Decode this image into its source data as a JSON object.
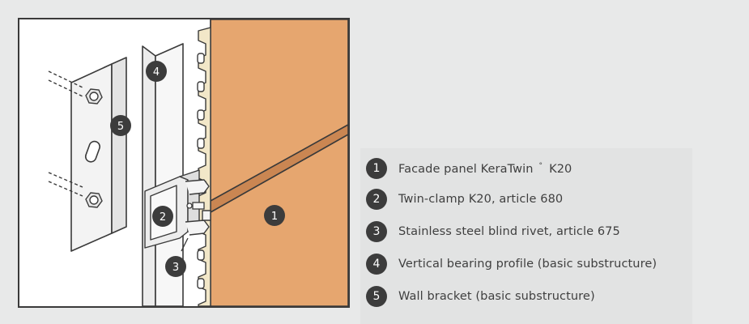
{
  "colors": {
    "panel": "#e6a66f",
    "badge": "#3c3c3c",
    "line": "#3a3a3a",
    "background": "#e8e9e9",
    "legend_background": "#e2e3e3"
  },
  "callouts": {
    "panel": "1",
    "clamp": "2",
    "rivet": "3",
    "profile": "4",
    "bracket": "5"
  },
  "legend": {
    "items": [
      {
        "number": "1",
        "text": "Facade panel KeraTwin",
        "mark": "°",
        "suffix": "K20"
      },
      {
        "number": "2",
        "text": "Twin-clamp K20, article 680"
      },
      {
        "number": "3",
        "text": "Stainless steel blind rivet, article 675"
      },
      {
        "number": "4",
        "text": "Vertical bearing profile (basic substructure)"
      },
      {
        "number": "5",
        "text": "Wall bracket (basic substructure)"
      }
    ]
  }
}
